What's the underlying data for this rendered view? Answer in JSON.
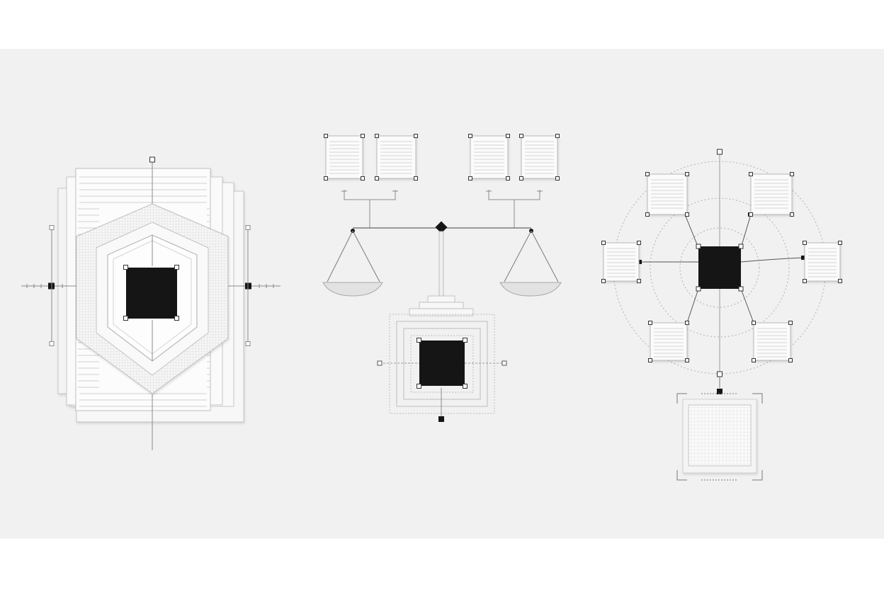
{
  "palette": {
    "page_bg": "#ffffff",
    "panel_bg": "#f1f1f1",
    "sheet_fill": "#fbfbfb",
    "sheet_stroke": "#c4c4c4",
    "line": "#7a7a7a",
    "fine_line": "#bdbdbd",
    "dark_fill": "#151515",
    "pan_fill": "#e2e2e2",
    "grid_fill": "#ececec"
  },
  "illustrations": [
    {
      "name": "security-document-shield",
      "icon": "hexagon-shield-over-document-stack"
    },
    {
      "name": "balance-scale-governance",
      "icon": "scale-with-linked-documents"
    },
    {
      "name": "radial-hub-network",
      "icon": "hub-with-connected-documents"
    }
  ]
}
